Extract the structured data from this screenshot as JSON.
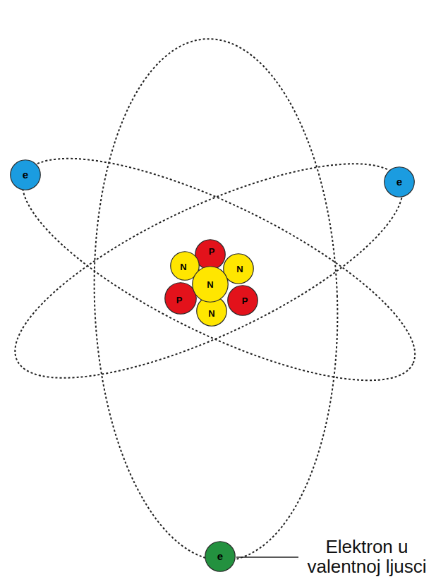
{
  "diagram": {
    "nodes": [
      {
        "text": [
          "e"
        ]
      },
      {
        "text": [
          "e"
        ]
      },
      {
        "text": [
          "P"
        ]
      },
      {
        "text": [
          "N"
        ]
      },
      {
        "text": [
          "N"
        ]
      },
      {
        "text": [
          "N"
        ]
      },
      {
        "text": [
          "P"
        ]
      },
      {
        "text": [
          "P"
        ]
      },
      {
        "text": [
          "N"
        ]
      },
      {
        "text": [
          "e"
        ]
      }
    ],
    "labels": [
      "Elektron u valentnoj ljusci"
    ]
  }
}
